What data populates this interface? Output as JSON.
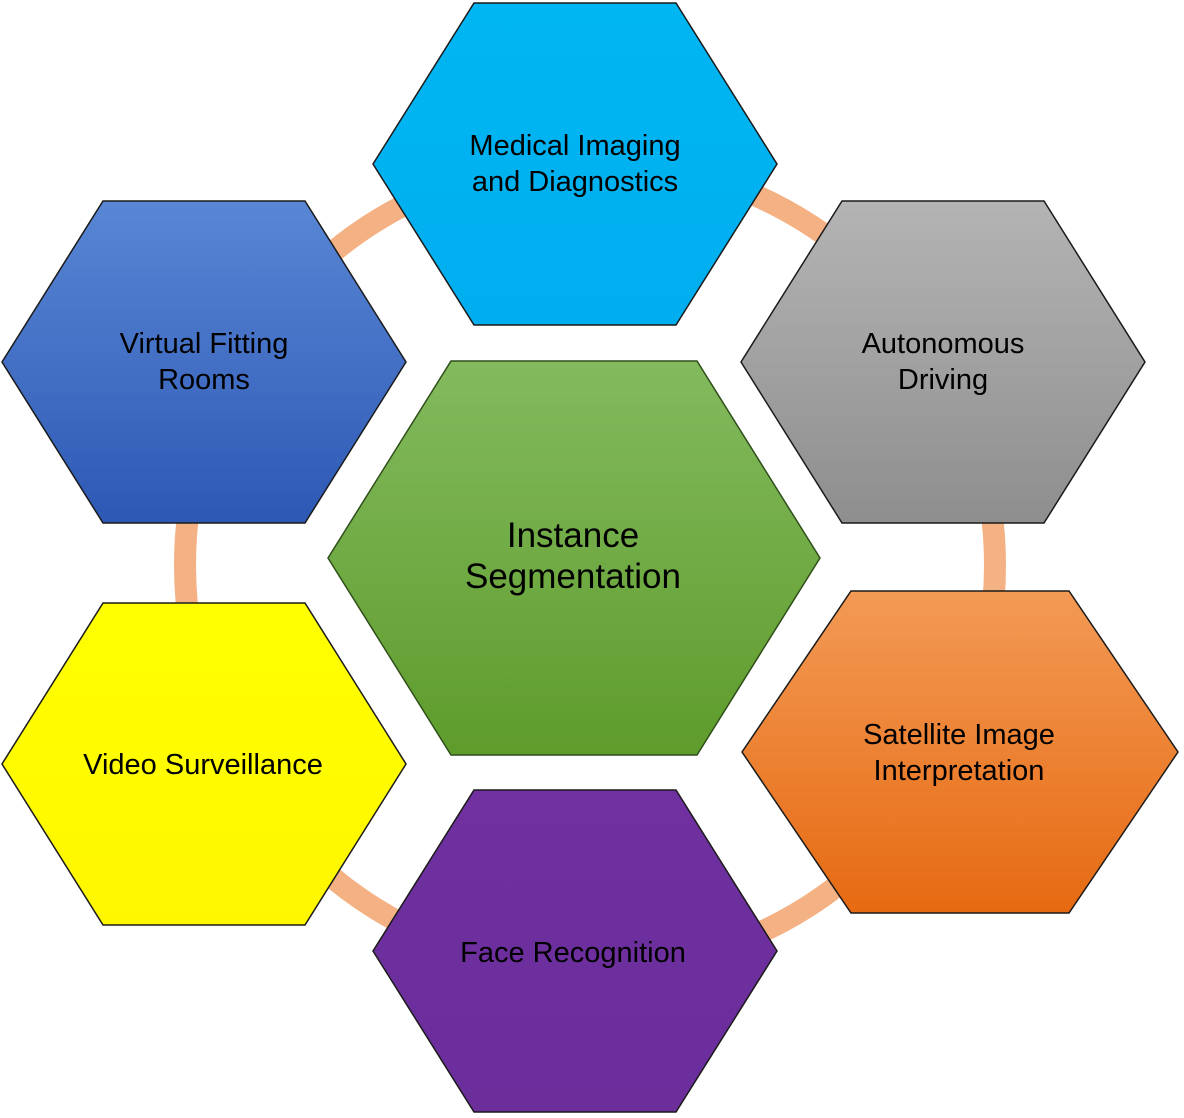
{
  "center": {
    "lines": [
      "Instance",
      "Segmentation"
    ],
    "color_top": "#83BA5E",
    "color_bottom": "#5E9C2C"
  },
  "nodes": [
    {
      "id": "medical",
      "lines": [
        "Medical Imaging",
        "and Diagnostics"
      ],
      "color_top": "#00B6F2",
      "color_bottom": "#00AEEF"
    },
    {
      "id": "autonomous",
      "lines": [
        "Autonomous",
        "Driving"
      ],
      "color_top": "#B4B4B4",
      "color_bottom": "#8E8E8E"
    },
    {
      "id": "satellite",
      "lines": [
        "Satellite Image",
        "Interpretation"
      ],
      "color_top": "#F39A55",
      "color_bottom": "#E66A12"
    },
    {
      "id": "face",
      "lines": [
        "Face Recognition"
      ],
      "color_top": "#7030A0",
      "color_bottom": "#6B2E9B"
    },
    {
      "id": "video",
      "lines": [
        "Video Surveillance"
      ],
      "color_top": "#FFFF00",
      "color_bottom": "#FFF700"
    },
    {
      "id": "virtual",
      "lines": [
        "Virtual Fitting",
        "Rooms"
      ],
      "color_top": "#5A86D5",
      "color_bottom": "#2D59B5"
    }
  ],
  "ring_color": "#F4B183"
}
